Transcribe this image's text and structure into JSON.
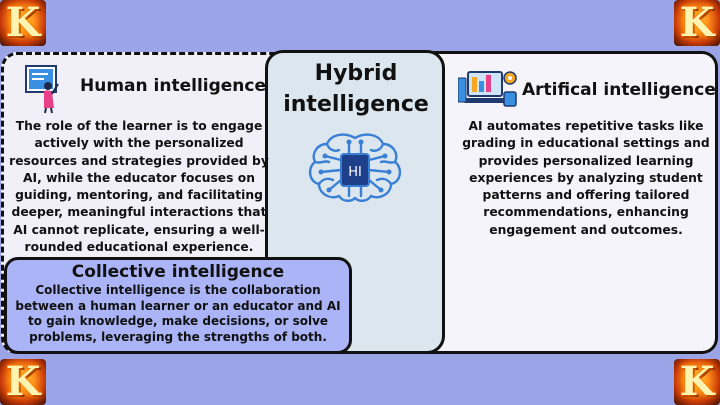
{
  "human": {
    "title": "Human intelligence",
    "text": "The role of the learner is to engage actively with the personalized resources and strategies provided by AI, while the educator focuses on guiding, mentoring, and facilitating deeper, meaningful interactions that AI cannot replicate, ensuring a well-rounded educational experience.",
    "icon": "teacher-board-icon"
  },
  "hybrid": {
    "title": "Hybrid intelligence",
    "brain_label": "HI",
    "icon": "brain-chip-icon"
  },
  "ai": {
    "title": "Artifical intelligence",
    "text": "AI automates repetitive tasks like grading in educational settings and provides personalized learning experiences by analyzing student patterns and offering tailored recommendations, enhancing engagement and outcomes.",
    "icon": "computer-gear-icon"
  },
  "collective": {
    "title": "Collective intelligence",
    "text": "Collective intelligence is the collaboration between a human learner or an educator and AI to gain knowledge, make decisions, or solve problems, leveraging the strengths of both."
  },
  "corner_logo": "K",
  "colors": {
    "background": "#9aa4e6",
    "collective_fill": "#aab4f7",
    "hybrid_fill": "#dbe6ee",
    "brain": "#3a7fd6"
  }
}
